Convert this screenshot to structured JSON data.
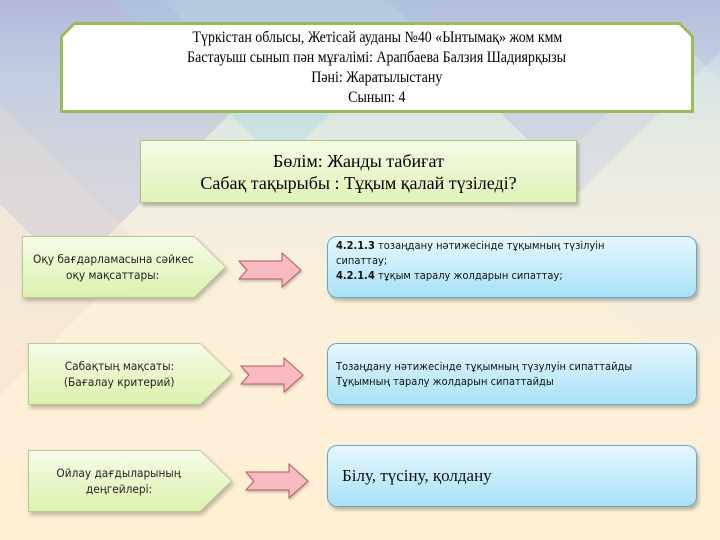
{
  "header": {
    "lines": [
      "Түркістан облысы, Жетісай ауданы №40 «Ынтымақ» жом кмм",
      "Бастауыш сынып пән мұғалімі: Арапбаева Балзия Шадиярқызы",
      "Пәні: Жаратылыстану",
      "Сынып: 4"
    ]
  },
  "topic": {
    "section": "Бөлім: Жанды табиғат",
    "lesson_title": "Сабақ тақырыбы : Тұқым қалай түзіледі?"
  },
  "rows": [
    {
      "label_lines": [
        "Оқу бағдарламасына сәйкес",
        "оқу мақсаттары:"
      ],
      "content_lines": [
        {
          "code": "4.2.1.3",
          "text": " тозаңдану нәтижесінде тұқымның түзілуін"
        },
        {
          "code": "",
          "text": "сипаттау;"
        },
        {
          "code": "4.2.1.4",
          "text": " тұқым таралу жолдарын сипаттау;"
        }
      ]
    },
    {
      "label_lines": [
        "Сабақтың мақсаты:",
        "(Бағалау критерий)"
      ],
      "content_lines": [
        {
          "code": "",
          "text": "Тозаңдану нәтижесінде тұқымның түзулуін сипаттайды"
        },
        {
          "code": "",
          "text": "Тұқымның таралу жолдарын сипаттайды"
        }
      ]
    },
    {
      "label_lines": [
        "Ойлау дағдыларының",
        "деңгейлері:"
      ],
      "content_text": "Білу, түсіну, қолдану"
    }
  ],
  "colors": {
    "header_border": "#9bbb59",
    "label_fill": "#dcf2ad",
    "arrow_fill": "#f8b5bd",
    "arrow_stroke": "#b55a63",
    "content_fill": "#a8e1f6"
  },
  "icons": {
    "arrow": "notched-right-arrow"
  }
}
